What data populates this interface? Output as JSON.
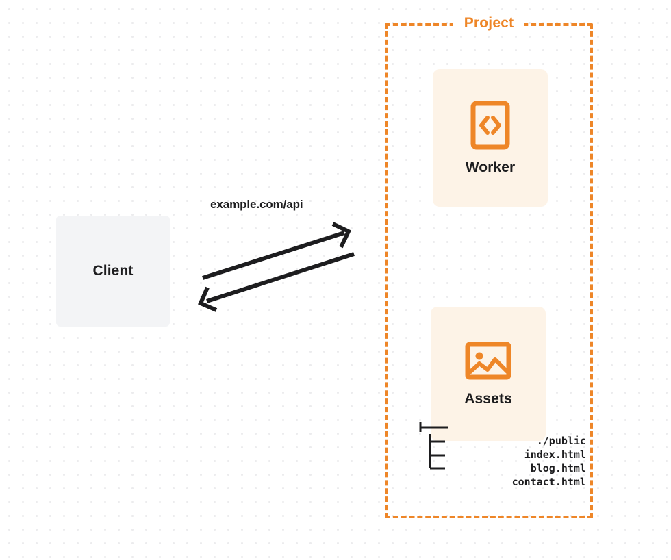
{
  "diagram": {
    "title": "Client to Project (Worker + Assets) request flow",
    "background": "#ffffff",
    "grid": "dotted"
  },
  "colors": {
    "accent_orange": "#ee8628",
    "card_background": "#fdf3e7",
    "client_background": "#f3f4f6",
    "text_dark": "#1d1d1f",
    "grid_dot": "#ececee"
  },
  "client": {
    "label": "Client"
  },
  "connection": {
    "label": "example.com/api",
    "direction": "bidirectional",
    "arrows": [
      {
        "name": "request-arrow",
        "from": "client",
        "to": "project"
      },
      {
        "name": "response-arrow",
        "from": "project",
        "to": "client"
      }
    ]
  },
  "project": {
    "legend": "Project",
    "cards": [
      {
        "label": "Worker",
        "icon": "code-icon"
      },
      {
        "label": "Assets",
        "icon": "image-icon"
      }
    ]
  },
  "file_tree": {
    "rows": [
      {
        "name": "./public",
        "connector": "branch"
      },
      {
        "name": "index.html",
        "connector": "child"
      },
      {
        "name": "blog.html",
        "connector": "child"
      },
      {
        "name": "contact.html",
        "connector": "child"
      }
    ]
  }
}
